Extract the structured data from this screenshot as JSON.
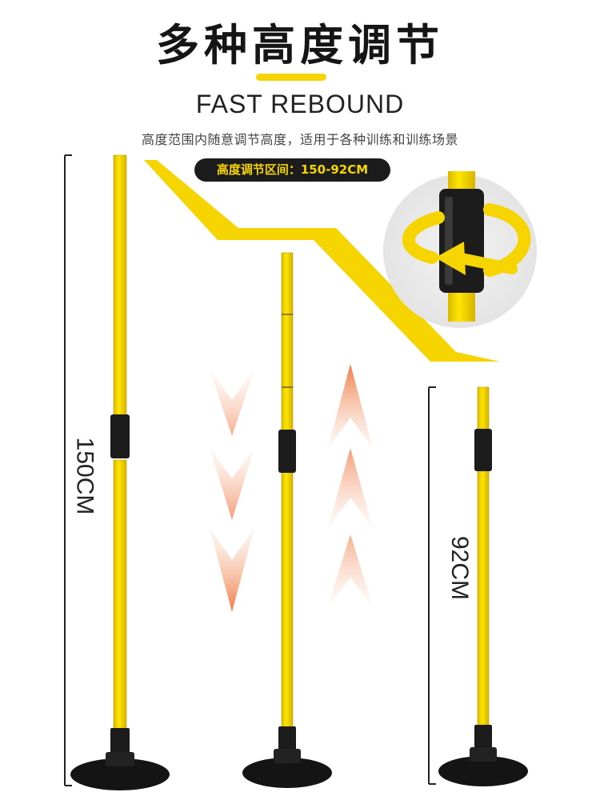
{
  "title": "多种高度调节",
  "subtitle": "FAST REBOUND",
  "description": "高度范围内随意调节高度，适用于各种训练和训练场景",
  "range_badge": "高度调节区间：150-92CM",
  "measurements": {
    "max_label": "150CM",
    "min_label": "92CM"
  },
  "colors": {
    "pole_yellow": "#f5d400",
    "joint_black": "#1c1c1c",
    "arrow_orange": "#f08a55"
  },
  "icons": {
    "rotate": "rotate-arrow-icon",
    "arrow_down": "arrow-down-icon",
    "arrow_up": "arrow-up-icon"
  }
}
